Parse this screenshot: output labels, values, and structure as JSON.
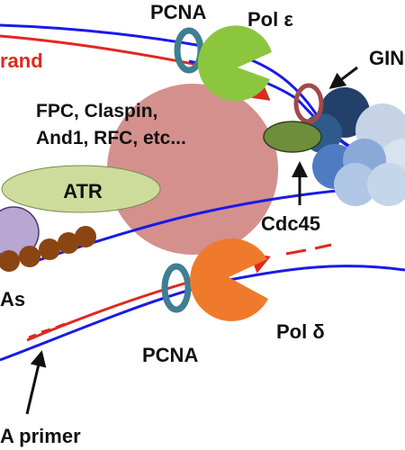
{
  "labels": {
    "strand": "rand",
    "pcna_top": "PCNA",
    "pol_epsilon": "Pol ε",
    "gins": "GIN",
    "complex": [
      "FPC, Claspin,",
      "And1, RFC, etc..."
    ],
    "atr": "ATR",
    "cdc45": "Cdc45",
    "as": "As",
    "pcna_bottom": "PCNA",
    "pol_delta": "Pol δ",
    "primer": "A primer"
  },
  "colors": {
    "strand_blue": "#1a1ae6",
    "strand_red": "#e0281e",
    "complex_pink": "#d4908d",
    "pcna_teal": "#3f7e93",
    "pol_epsilon_green": "#8cc63f",
    "pol_delta_orange": "#f07a2c",
    "atr_green": "#cddc9b",
    "cdc45_olive": "#6e8e3c",
    "gins_ring": "#a04a48",
    "brown_beads": "#8b4513",
    "lavender": "#b8a6d3"
  }
}
